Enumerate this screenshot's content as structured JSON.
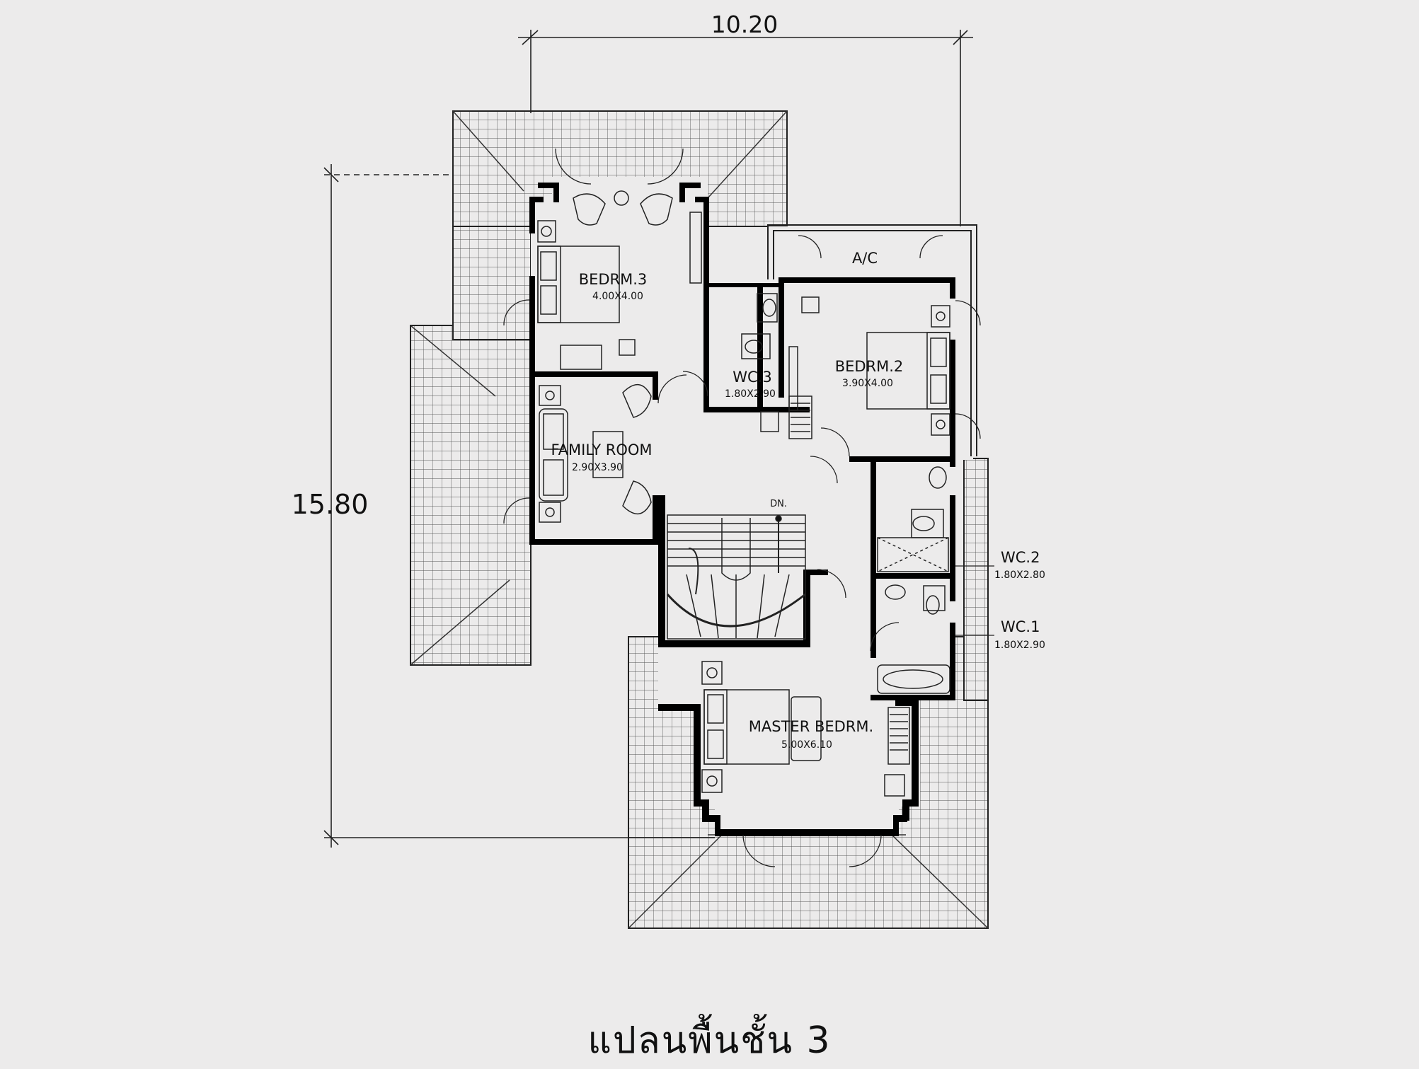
{
  "dimensions": {
    "width": "10.20",
    "depth": "15.80"
  },
  "rooms": [
    {
      "name": "BEDRM.3",
      "size": "4.00X4.00"
    },
    {
      "name": "BEDRM.2",
      "size": "3.90X4.00"
    },
    {
      "name": "WC.3",
      "size": "1.80X2.90"
    },
    {
      "name": "FAMILY ROOM",
      "size": "2.90X3.90"
    },
    {
      "name": "MASTER BEDRM.",
      "size": "5.00X6.10"
    },
    {
      "name": "WC.2",
      "size": "1.80X2.80"
    },
    {
      "name": "WC.1",
      "size": "1.80X2.90"
    }
  ],
  "ac_label": "A/C",
  "stair_label": "DN.",
  "title": "แปลนพื้นชั้น 3",
  "colors": {
    "background": "#ecebeb",
    "wall": "#000000",
    "line": "#222222"
  }
}
